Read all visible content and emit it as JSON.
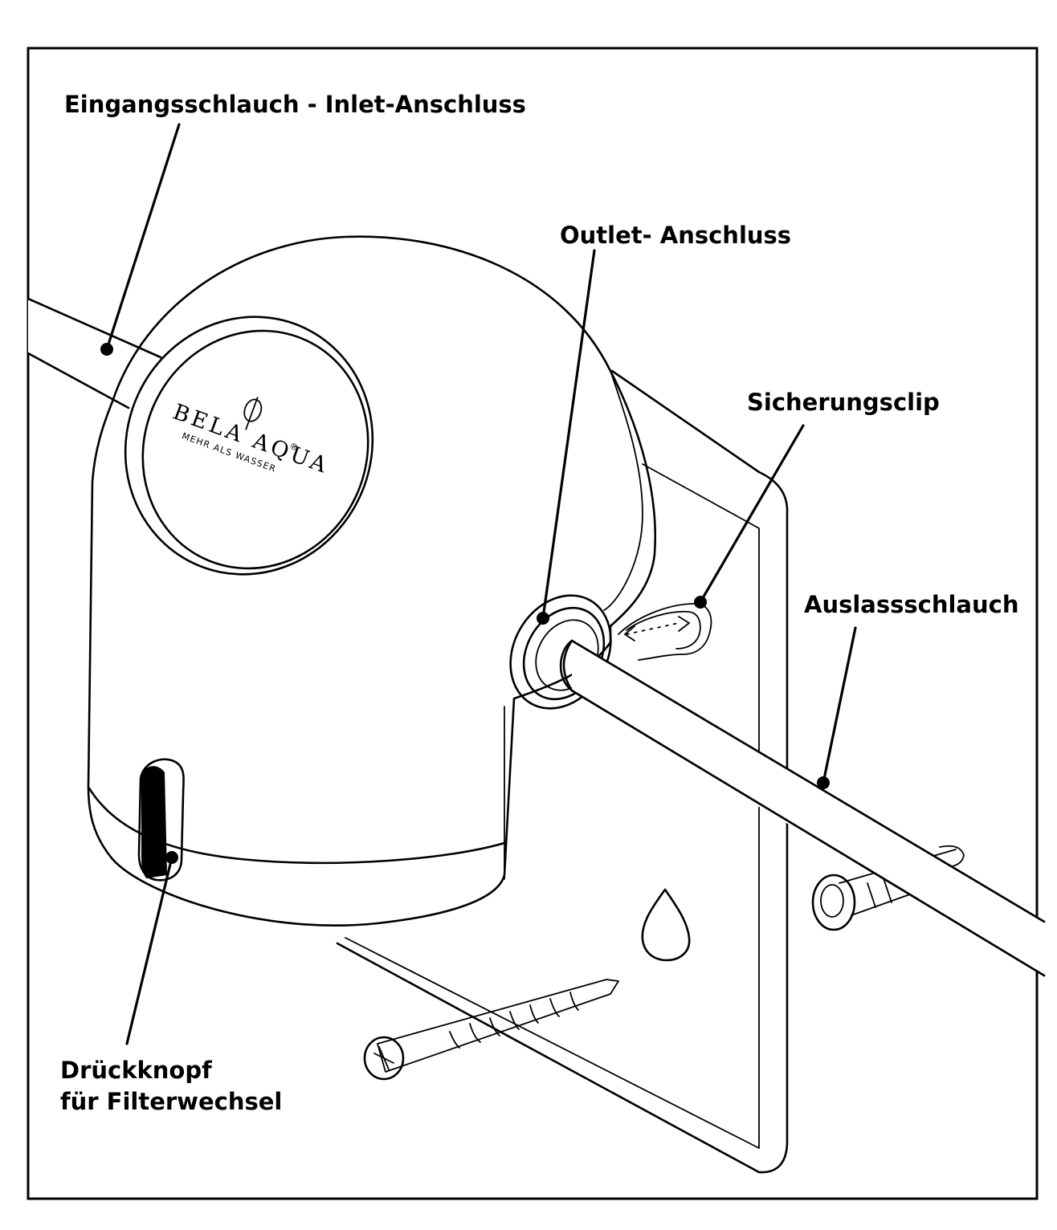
{
  "labels": {
    "inlet": "Eingangsschlauch - Inlet-Anschluss",
    "outlet": "Outlet- Anschluss",
    "clip": "Sicherungsclip",
    "outlet_hose": "Auslassschlauch",
    "button_line1": "Drückknopf",
    "button_line2": "für Filterwechsel"
  },
  "brand": {
    "name": "BELA AQUA",
    "registered": "®",
    "tagline": "MEHR ALS WASSER"
  },
  "colors": {
    "line": "#000000",
    "background": "#ffffff",
    "hose_fill": "#ffffff"
  }
}
